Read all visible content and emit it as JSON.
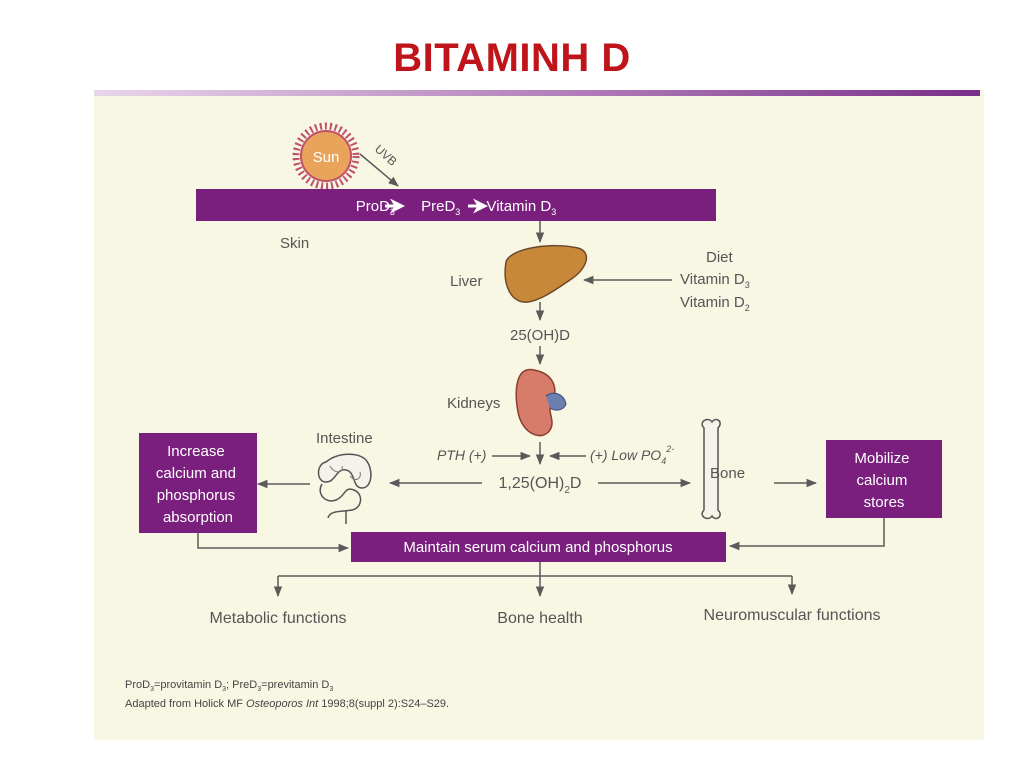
{
  "slide_title": "BITAMINH D",
  "sun": "Sun",
  "uvb": "UVB",
  "skin_bar": {
    "prod": "ProD",
    "pred": "PreD",
    "vitd": "Vitamin D",
    "sub": "3"
  },
  "skin": "Skin",
  "liver": "Liver",
  "diet": {
    "label": "Diet",
    "d3": "Vitamin D",
    "d3_sub": "3",
    "d2": "Vitamin D",
    "d2_sub": "2"
  },
  "hydroxy": "25(OH)D",
  "kidneys": "Kidneys",
  "pth": "PTH (+)",
  "low_po4": {
    "text": "(+) Low PO",
    "sub": "4",
    "sup": "2-"
  },
  "calcitriol": {
    "a": "1,25(OH)",
    "sub": "2",
    "b": "D"
  },
  "intestine": "Intestine",
  "bone": "Bone",
  "left_box": [
    "Increase",
    "calcium and",
    "phosphorus",
    "absorption"
  ],
  "right_box": [
    "Mobilize",
    "calcium",
    "stores"
  ],
  "maintain": "Maintain serum calcium and phosphorus",
  "outcomes": [
    "Metabolic functions",
    "Bone health",
    "Neuromuscular functions"
  ],
  "footnote1": {
    "prod": "ProD",
    "eq1": "=provitamin D",
    "pred": "; PreD",
    "eq2": "=previtamin D",
    "sub": "3"
  },
  "footnote2": {
    "a": "Adapted from Holick MF ",
    "journal": "Osteoporos Int",
    "b": " 1998;8(suppl 2):S24–S29."
  },
  "colors": {
    "title": "#c0141b",
    "purple": "#7a1f7e",
    "panel": "#f8f7e4",
    "arrow": "#555555",
    "text": "#555555"
  }
}
